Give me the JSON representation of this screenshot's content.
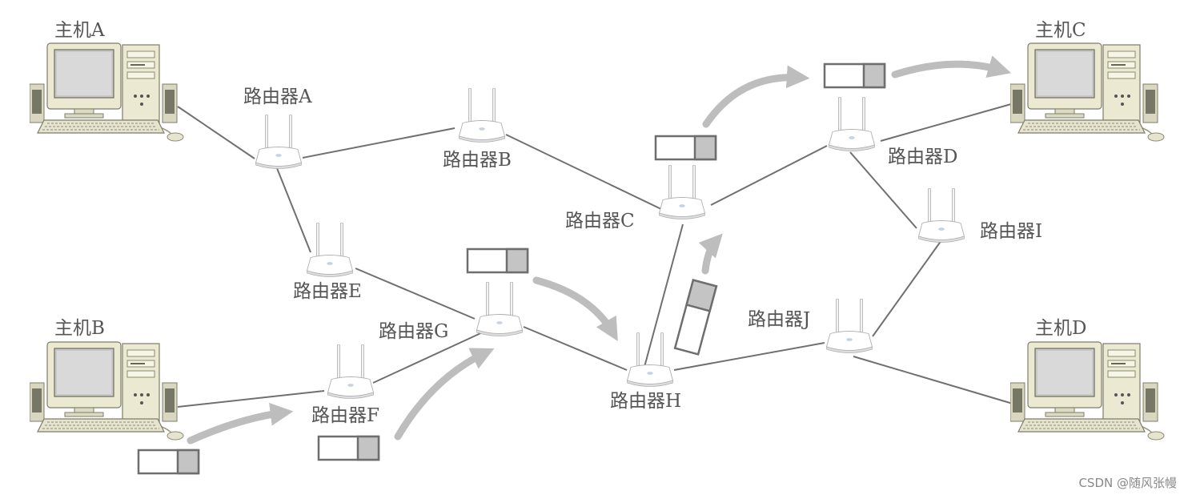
{
  "hosts": {
    "a": {
      "label": "主机A",
      "icon": "desktop-computer-icon"
    },
    "b": {
      "label": "主机B",
      "icon": "desktop-computer-icon"
    },
    "c": {
      "label": "主机C",
      "icon": "desktop-computer-icon"
    },
    "d": {
      "label": "主机D",
      "icon": "desktop-computer-icon"
    }
  },
  "routers": {
    "a": {
      "label": "路由器A",
      "icon": "wifi-router-icon"
    },
    "b": {
      "label": "路由器B",
      "icon": "wifi-router-icon"
    },
    "c": {
      "label": "路由器C",
      "icon": "wifi-router-icon"
    },
    "d": {
      "label": "路由器D",
      "icon": "wifi-router-icon"
    },
    "e": {
      "label": "路由器E",
      "icon": "wifi-router-icon"
    },
    "f": {
      "label": "路由器F",
      "icon": "wifi-router-icon"
    },
    "g": {
      "label": "路由器G",
      "icon": "wifi-router-icon"
    },
    "h": {
      "label": "路由器H",
      "icon": "wifi-router-icon"
    },
    "i": {
      "label": "路由器I",
      "icon": "wifi-router-icon"
    },
    "j": {
      "label": "路由器J",
      "icon": "wifi-router-icon"
    }
  },
  "links": [
    [
      "host-a",
      "router-a"
    ],
    [
      "router-a",
      "router-b"
    ],
    [
      "router-a",
      "router-e"
    ],
    [
      "router-b",
      "router-c"
    ],
    [
      "router-e",
      "router-g"
    ],
    [
      "host-b",
      "router-f"
    ],
    [
      "router-f",
      "router-g"
    ],
    [
      "router-g",
      "router-h"
    ],
    [
      "router-h",
      "router-c"
    ],
    [
      "router-h",
      "router-j"
    ],
    [
      "router-c",
      "router-d"
    ],
    [
      "router-d",
      "host-c"
    ],
    [
      "router-d",
      "router-i"
    ],
    [
      "router-i",
      "router-j"
    ],
    [
      "router-j",
      "host-d"
    ]
  ],
  "packet_path": [
    "host-b",
    "router-f",
    "router-g",
    "router-h",
    "router-c",
    "router-d",
    "host-c"
  ],
  "colors": {
    "link": "#707070",
    "flow_arrow": "#bdbdbd",
    "packet_border": "#6e6e6e",
    "packet_fill": "#c4c4c4",
    "label": "#555555"
  },
  "watermark": "CSDN @随风张幔"
}
